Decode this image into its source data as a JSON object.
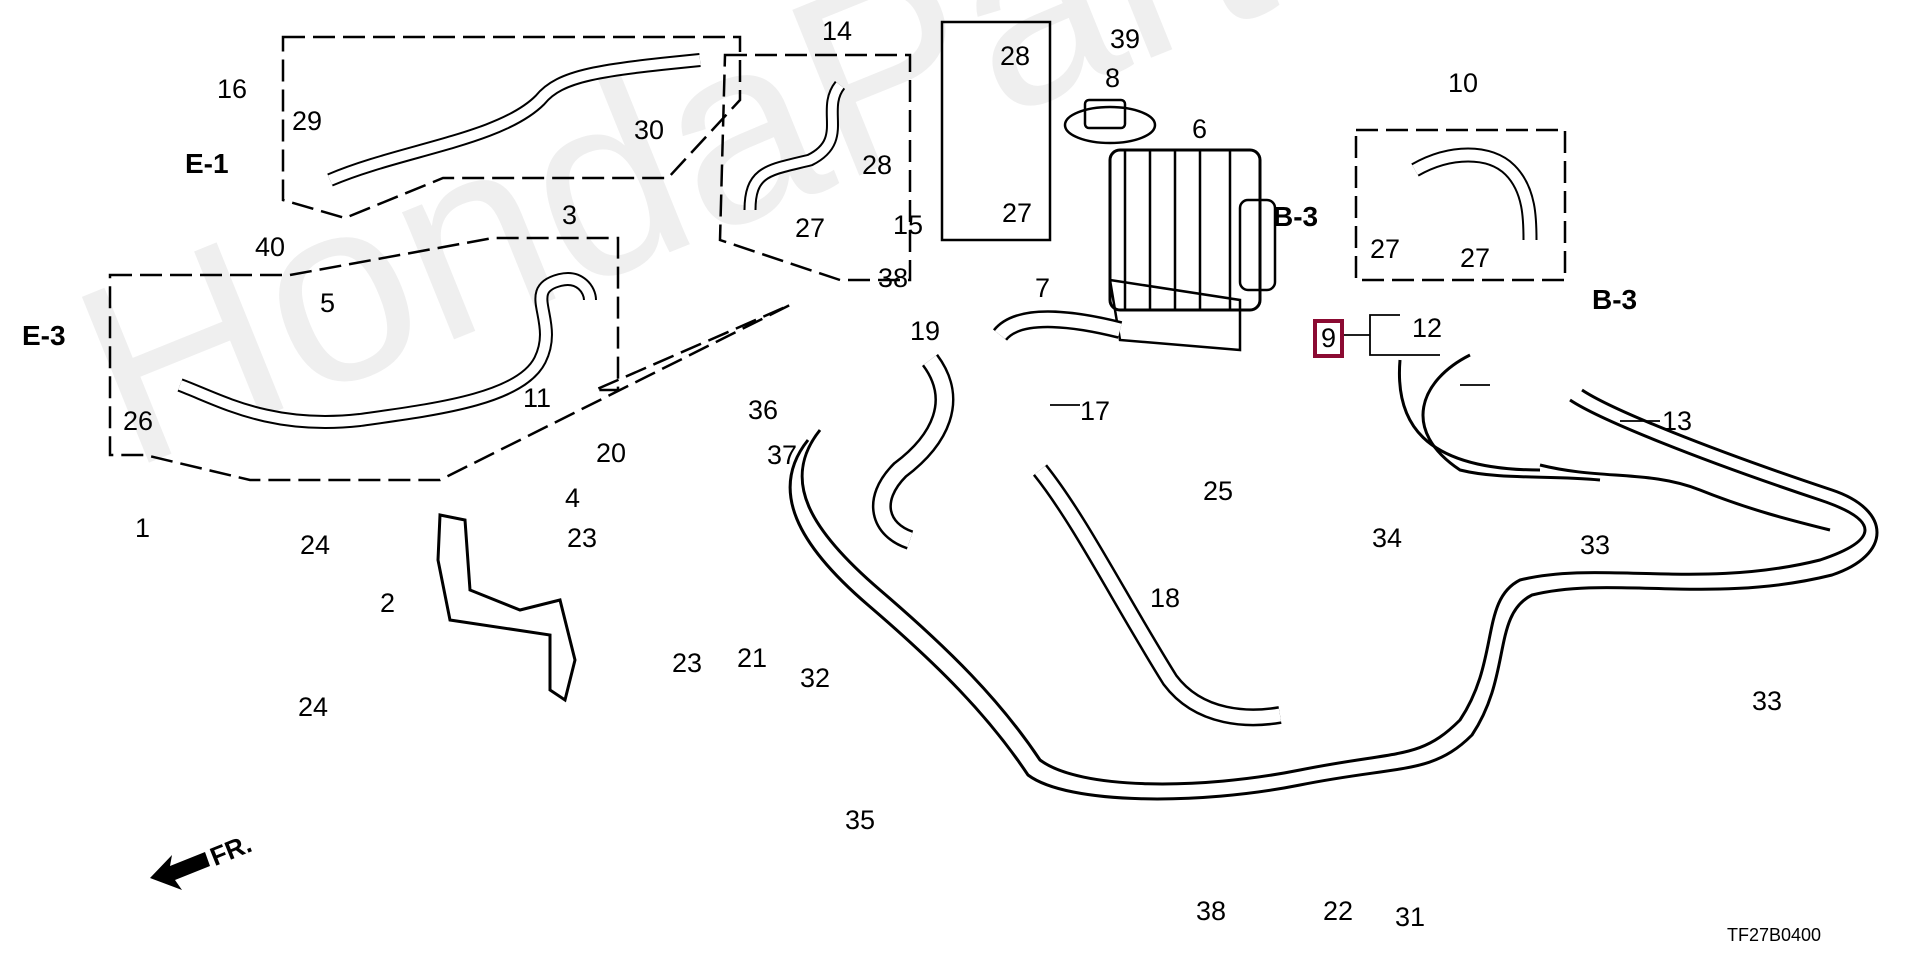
{
  "watermark": "HondaPartsOnline.ru",
  "diagram_code": "TF27B0400",
  "front_indicator": "FR.",
  "highlight_color": "#8b0a32",
  "highlighted_part": "9",
  "references": [
    {
      "id": "ref-e1",
      "text": "E-1"
    },
    {
      "id": "ref-e3",
      "text": "E-3"
    },
    {
      "id": "ref-b3-left",
      "text": "B-3"
    },
    {
      "id": "ref-b3-right",
      "text": "B-3"
    }
  ],
  "callouts": [
    "16",
    "29",
    "30",
    "14",
    "28",
    "28",
    "39",
    "8",
    "6",
    "40",
    "3",
    "27",
    "15",
    "27",
    "10",
    "27",
    "27",
    "5",
    "38",
    "7",
    "12",
    "13",
    "1",
    "11",
    "26",
    "36",
    "37",
    "20",
    "19",
    "17",
    "25",
    "4",
    "24",
    "23",
    "2",
    "21",
    "23",
    "32",
    "18",
    "34",
    "33",
    "33",
    "24",
    "35",
    "38",
    "22",
    "31"
  ]
}
